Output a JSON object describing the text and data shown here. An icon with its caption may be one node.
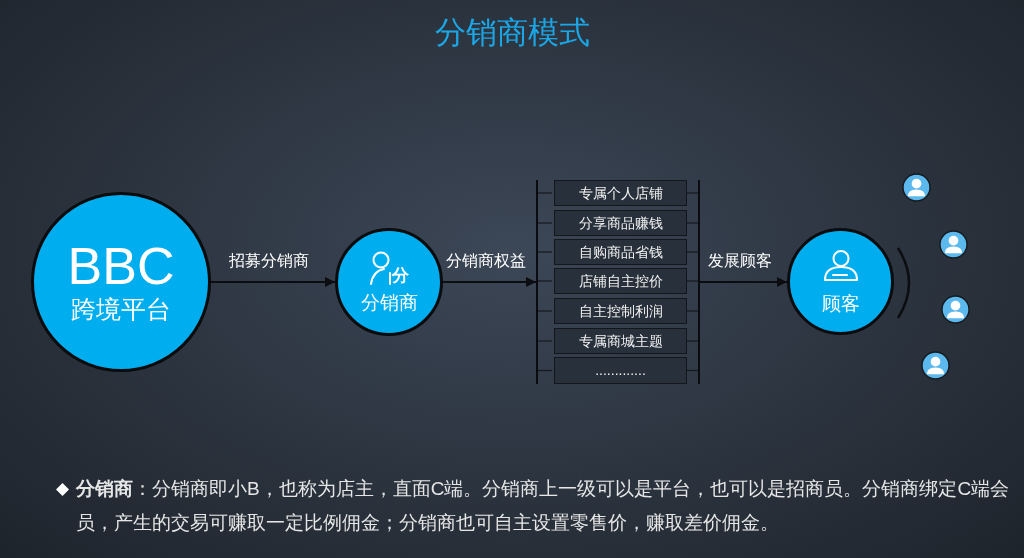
{
  "diagram": {
    "title": "分销商模式",
    "nodes": [
      {
        "text": [
          "BBC",
          "跨境平台"
        ]
      },
      {
        "text": [
          "分",
          "分销商"
        ]
      },
      {
        "text": [],
        "shape": "bracket"
      },
      {
        "text": [
          "专属个人店铺"
        ],
        "in": 2
      },
      {
        "text": [
          "分享商品赚钱"
        ],
        "in": 2
      },
      {
        "text": [
          "自购商品省钱"
        ],
        "in": 2
      },
      {
        "text": [
          "店铺自主控价"
        ],
        "in": 2
      },
      {
        "text": [
          "自主控制利润"
        ],
        "in": 2
      },
      {
        "text": [
          "专属商城主题"
        ],
        "in": 2
      },
      {
        "text": [
          "............."
        ],
        "in": 2
      },
      {
        "text": [
          "顾客"
        ]
      },
      {
        "text": [],
        "shape": "person"
      },
      {
        "text": [],
        "shape": "person"
      },
      {
        "text": [],
        "shape": "person"
      },
      {
        "text": [],
        "shape": "person"
      }
    ],
    "edges": [
      {
        "from": 0,
        "to": 1,
        "arrow": "to",
        "label": "招募分销商"
      },
      {
        "from": 1,
        "to": 2,
        "arrow": "to",
        "label": "分销商权益"
      },
      {
        "from": 2,
        "to": 10,
        "arrow": "to",
        "label": "发展顾客"
      }
    ],
    "labels": [
      "**分销商**：分销商即小B，也称为店主，直面C端。分销商上一级可以是平台，也可以是招商员。分销商绑定C端会员，产生的交易可赚取一定比例佣金；分销商也可自主设置零售价，赚取差价佣金。"
    ]
  }
}
